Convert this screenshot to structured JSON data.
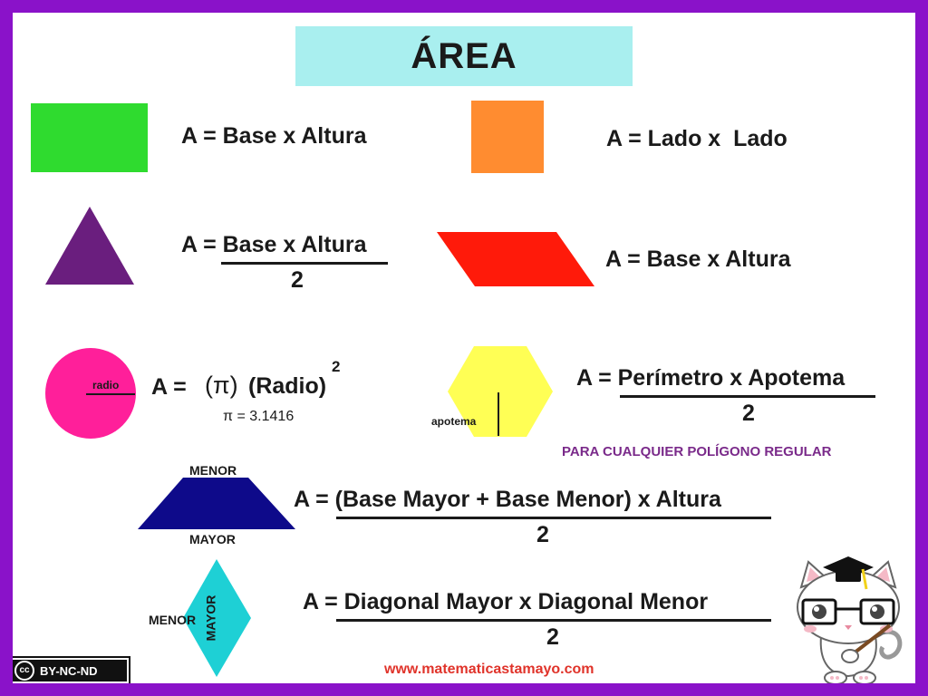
{
  "title": "ÁREA",
  "colors": {
    "border": "#8a12c9",
    "title_bg": "#a9efef",
    "rectangle": "#2fdb2f",
    "square": "#ff8c30",
    "triangle": "#6a1e7e",
    "parallelogram": "#ff1a0a",
    "circle": "#ff1f9a",
    "hexagon": "#ffff55",
    "trapezoid": "#0e0a8a",
    "rhombus": "#1ed0d5",
    "note": "#7a2a8a",
    "url": "#e0332a"
  },
  "rectangle": {
    "formula": "A = Base x Altura"
  },
  "square": {
    "formula": "A = Lado x  Lado"
  },
  "triangle": {
    "numerator": "A = Base x Altura",
    "denominator": "2"
  },
  "parallelogram": {
    "formula": "A = Base x Altura"
  },
  "circle": {
    "label": "radio",
    "lhs": "A =",
    "pi_term": "(π)",
    "radius_term": "(Radio)",
    "exponent": "2",
    "pi_value": "π = 3.1416"
  },
  "hexagon": {
    "label": "apotema",
    "numerator": "A = Perímetro x Apotema",
    "denominator": "2",
    "note": "PARA CUALQUIER POLÍGONO REGULAR"
  },
  "trapezoid": {
    "top_label": "MENOR",
    "bottom_label": "MAYOR",
    "numerator": "A = (Base Mayor + Base Menor) x Altura",
    "denominator": "2"
  },
  "rhombus": {
    "minor_label": "MENOR",
    "major_label": "MAYOR",
    "numerator": "A = Diagonal Mayor x Diagonal Menor",
    "denominator": "2"
  },
  "footer": {
    "license": "BY-NC-ND",
    "license_cc": "cc",
    "url": "www.matematicastamayo.com"
  }
}
